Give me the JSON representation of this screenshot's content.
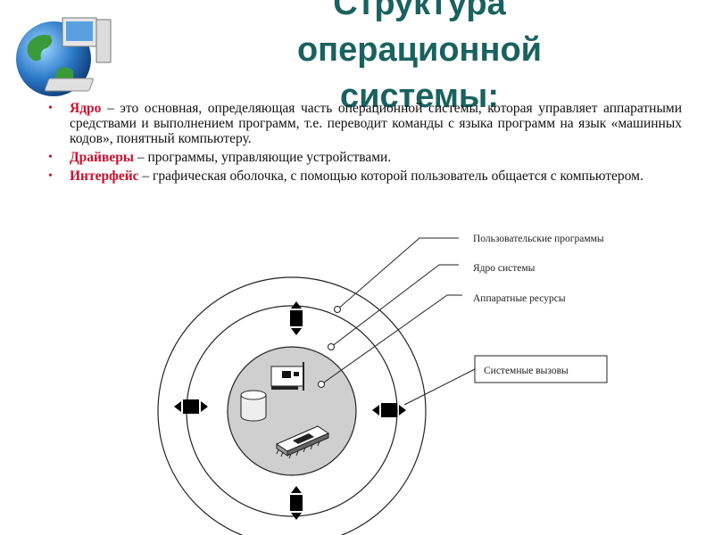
{
  "title": {
    "lines": [
      "Структура",
      "операционной",
      "системы:"
    ]
  },
  "bullets": [
    {
      "term": "Ядро",
      "text": " – это основная, определяющая часть операционной системы, которая управляет аппаратными средствами и выполнением программ, т.е. переводит команды с языка программ на язык «машинных кодов», понятный компьютеру."
    },
    {
      "term": "Драйверы",
      "text": " – программы, управляющие устройствами."
    },
    {
      "term": "Интерфейс",
      "text": " – графическая оболочка, с помощью которой пользователь общается с компьютером."
    }
  ],
  "diagram": {
    "labels": {
      "user_programs": "Пользовательские программы",
      "kernel": "Ядро системы",
      "hardware": "Аппаратные ресурсы",
      "system_calls": "Системные вызовы"
    }
  },
  "colors": {
    "title": "#19625f",
    "accent": "#c8102e",
    "core_fill": "#cfcfcf"
  },
  "icons": [
    "globe-computer-icon",
    "network-card-icon",
    "disk-drive-icon",
    "cpu-chip-icon",
    "double-arrow-icon"
  ]
}
